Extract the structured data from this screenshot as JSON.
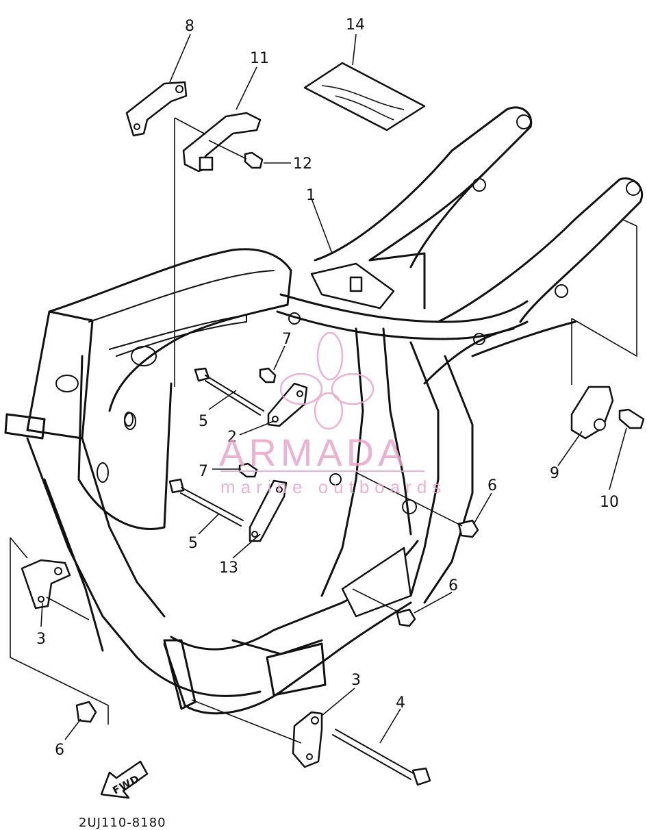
{
  "diagram": {
    "callouts": {
      "c1": "1",
      "c2": "2",
      "c3a": "3",
      "c3b": "3",
      "c4": "4",
      "c5a": "5",
      "c5b": "5",
      "c6a": "6",
      "c6b": "6",
      "c6c": "6",
      "c7a": "7",
      "c7b": "7",
      "c8": "8",
      "c9": "9",
      "c10": "10",
      "c11": "11",
      "c12": "12",
      "c13": "13",
      "c14": "14"
    },
    "fwd_label": "FWD",
    "part_code": "2UJ110-8180"
  },
  "watermark": {
    "brand": "ARMADA",
    "tagline": "marine outboards",
    "color": "#e9a6c8"
  }
}
